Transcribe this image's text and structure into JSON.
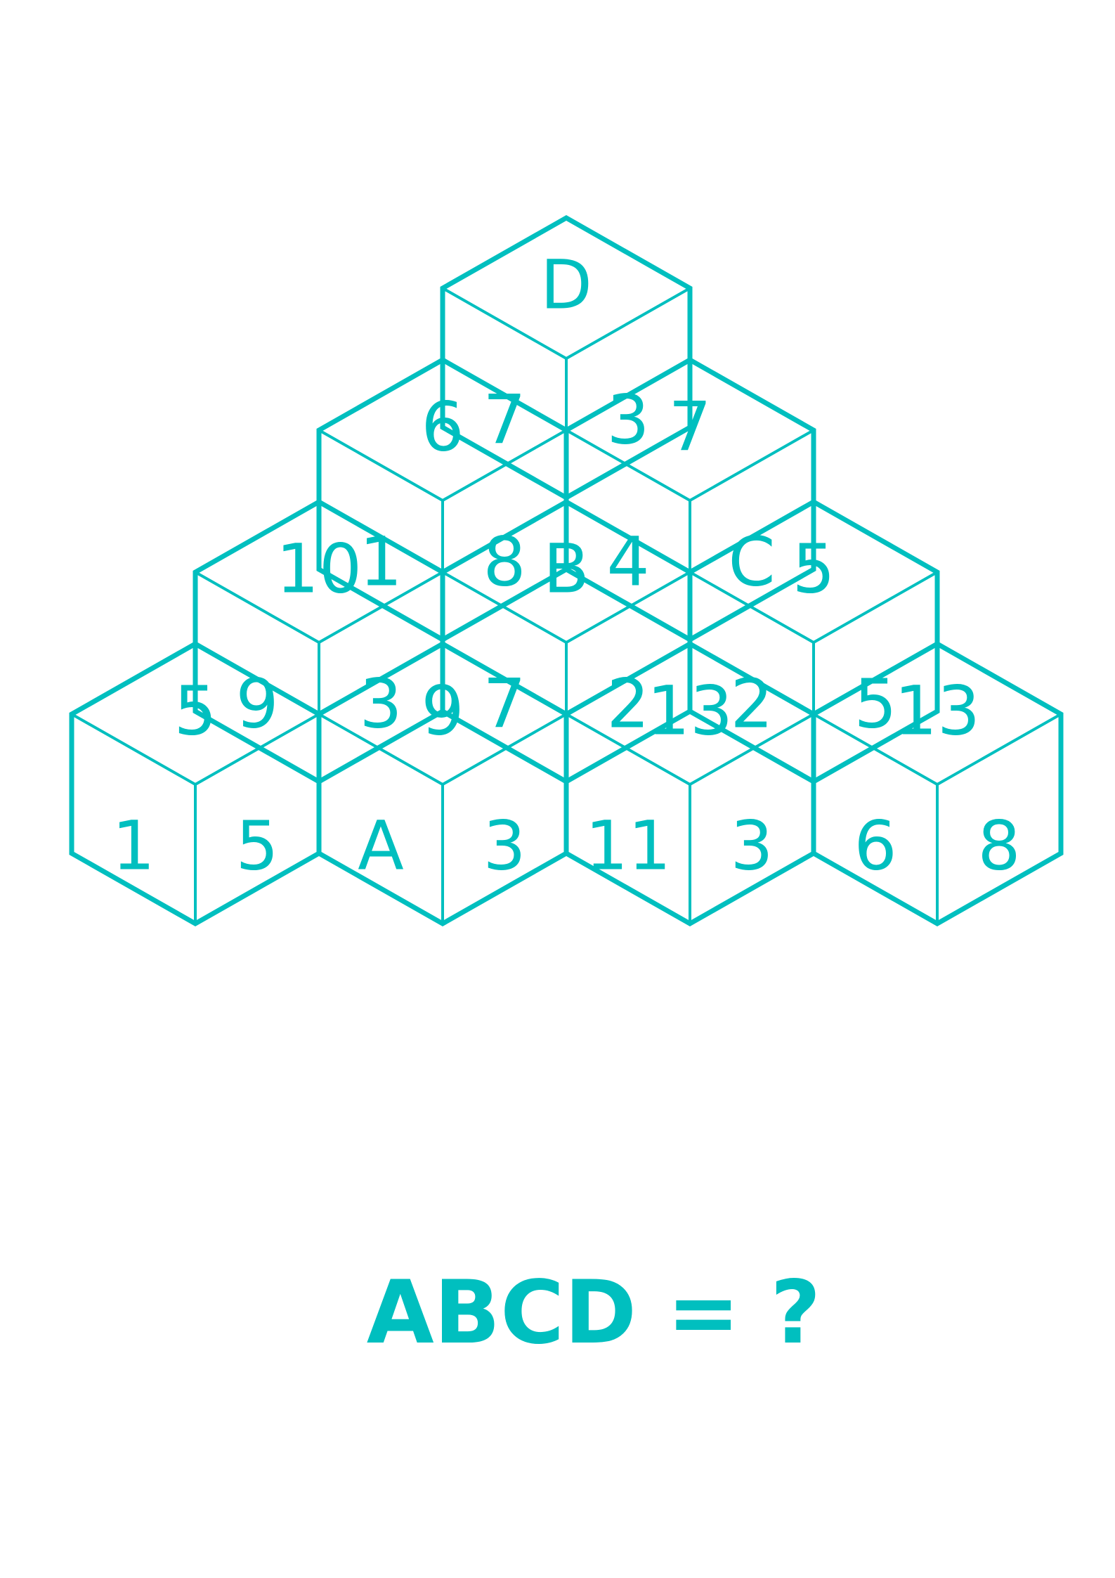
{
  "accent_color": "#00bfbf",
  "question": "ABCD = ?",
  "cubes": [
    {
      "id": "row1-cube1",
      "top": "D",
      "left": "7",
      "right": "3"
    },
    {
      "id": "row2-cube1",
      "top": "6",
      "left": "1",
      "right": "8"
    },
    {
      "id": "row2-cube2",
      "top": "7",
      "left": "4",
      "right": "C"
    },
    {
      "id": "row3-cube1",
      "top": "10",
      "left": "9",
      "right": "3"
    },
    {
      "id": "row3-cube2",
      "top": "B",
      "left": "7",
      "right": "2"
    },
    {
      "id": "row3-cube3",
      "top": "5",
      "left": "2",
      "right": "5"
    },
    {
      "id": "row4-cube1",
      "top": "5",
      "left": "1",
      "right": "5"
    },
    {
      "id": "row4-cube2",
      "top": "9",
      "left": "A",
      "right": "3"
    },
    {
      "id": "row4-cube3",
      "top": "13",
      "left": "11",
      "right": "3"
    },
    {
      "id": "row4-cube4",
      "top": "13",
      "left": "6",
      "right": "8"
    }
  ]
}
